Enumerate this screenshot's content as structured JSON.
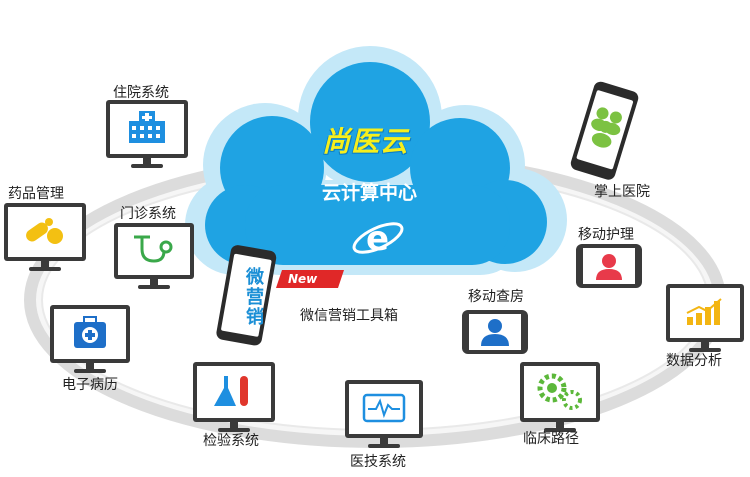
{
  "center": {
    "brand": "尚医云",
    "subtitle": "云计算中心"
  },
  "wechat": {
    "phone_text": "微营销",
    "badge": "New",
    "label": "微信营销工具箱"
  },
  "nodes": [
    {
      "id": "inpatient",
      "label": "住院系统",
      "icon": "hospital-building-icon"
    },
    {
      "id": "pharmacy",
      "label": "药品管理",
      "icon": "pills-icon"
    },
    {
      "id": "outpatient",
      "label": "门诊系统",
      "icon": "stethoscope-icon"
    },
    {
      "id": "emr",
      "label": "电子病历",
      "icon": "medical-kit-icon"
    },
    {
      "id": "lab",
      "label": "检验系统",
      "icon": "lab-flask-icon"
    },
    {
      "id": "medtech",
      "label": "医技系统",
      "icon": "ecg-monitor-icon"
    },
    {
      "id": "pathway",
      "label": "临床路径",
      "icon": "gears-icon"
    },
    {
      "id": "ward-round",
      "label": "移动查房",
      "icon": "doctor-icon"
    },
    {
      "id": "analytics",
      "label": "数据分析",
      "icon": "bar-chart-icon"
    },
    {
      "id": "mobile-nursing",
      "label": "移动护理",
      "icon": "nurse-icon"
    },
    {
      "id": "palm-hospital",
      "label": "掌上医院",
      "icon": "people-group-icon"
    }
  ],
  "colors": {
    "cloud": "#1ea6e6",
    "cloud_halo": "#bfe6f8",
    "ring": "#e4e4e4",
    "monitor_frame": "#3a3a3a",
    "accent_yellow": "#f6ef1c",
    "badge_red": "#e02828"
  }
}
